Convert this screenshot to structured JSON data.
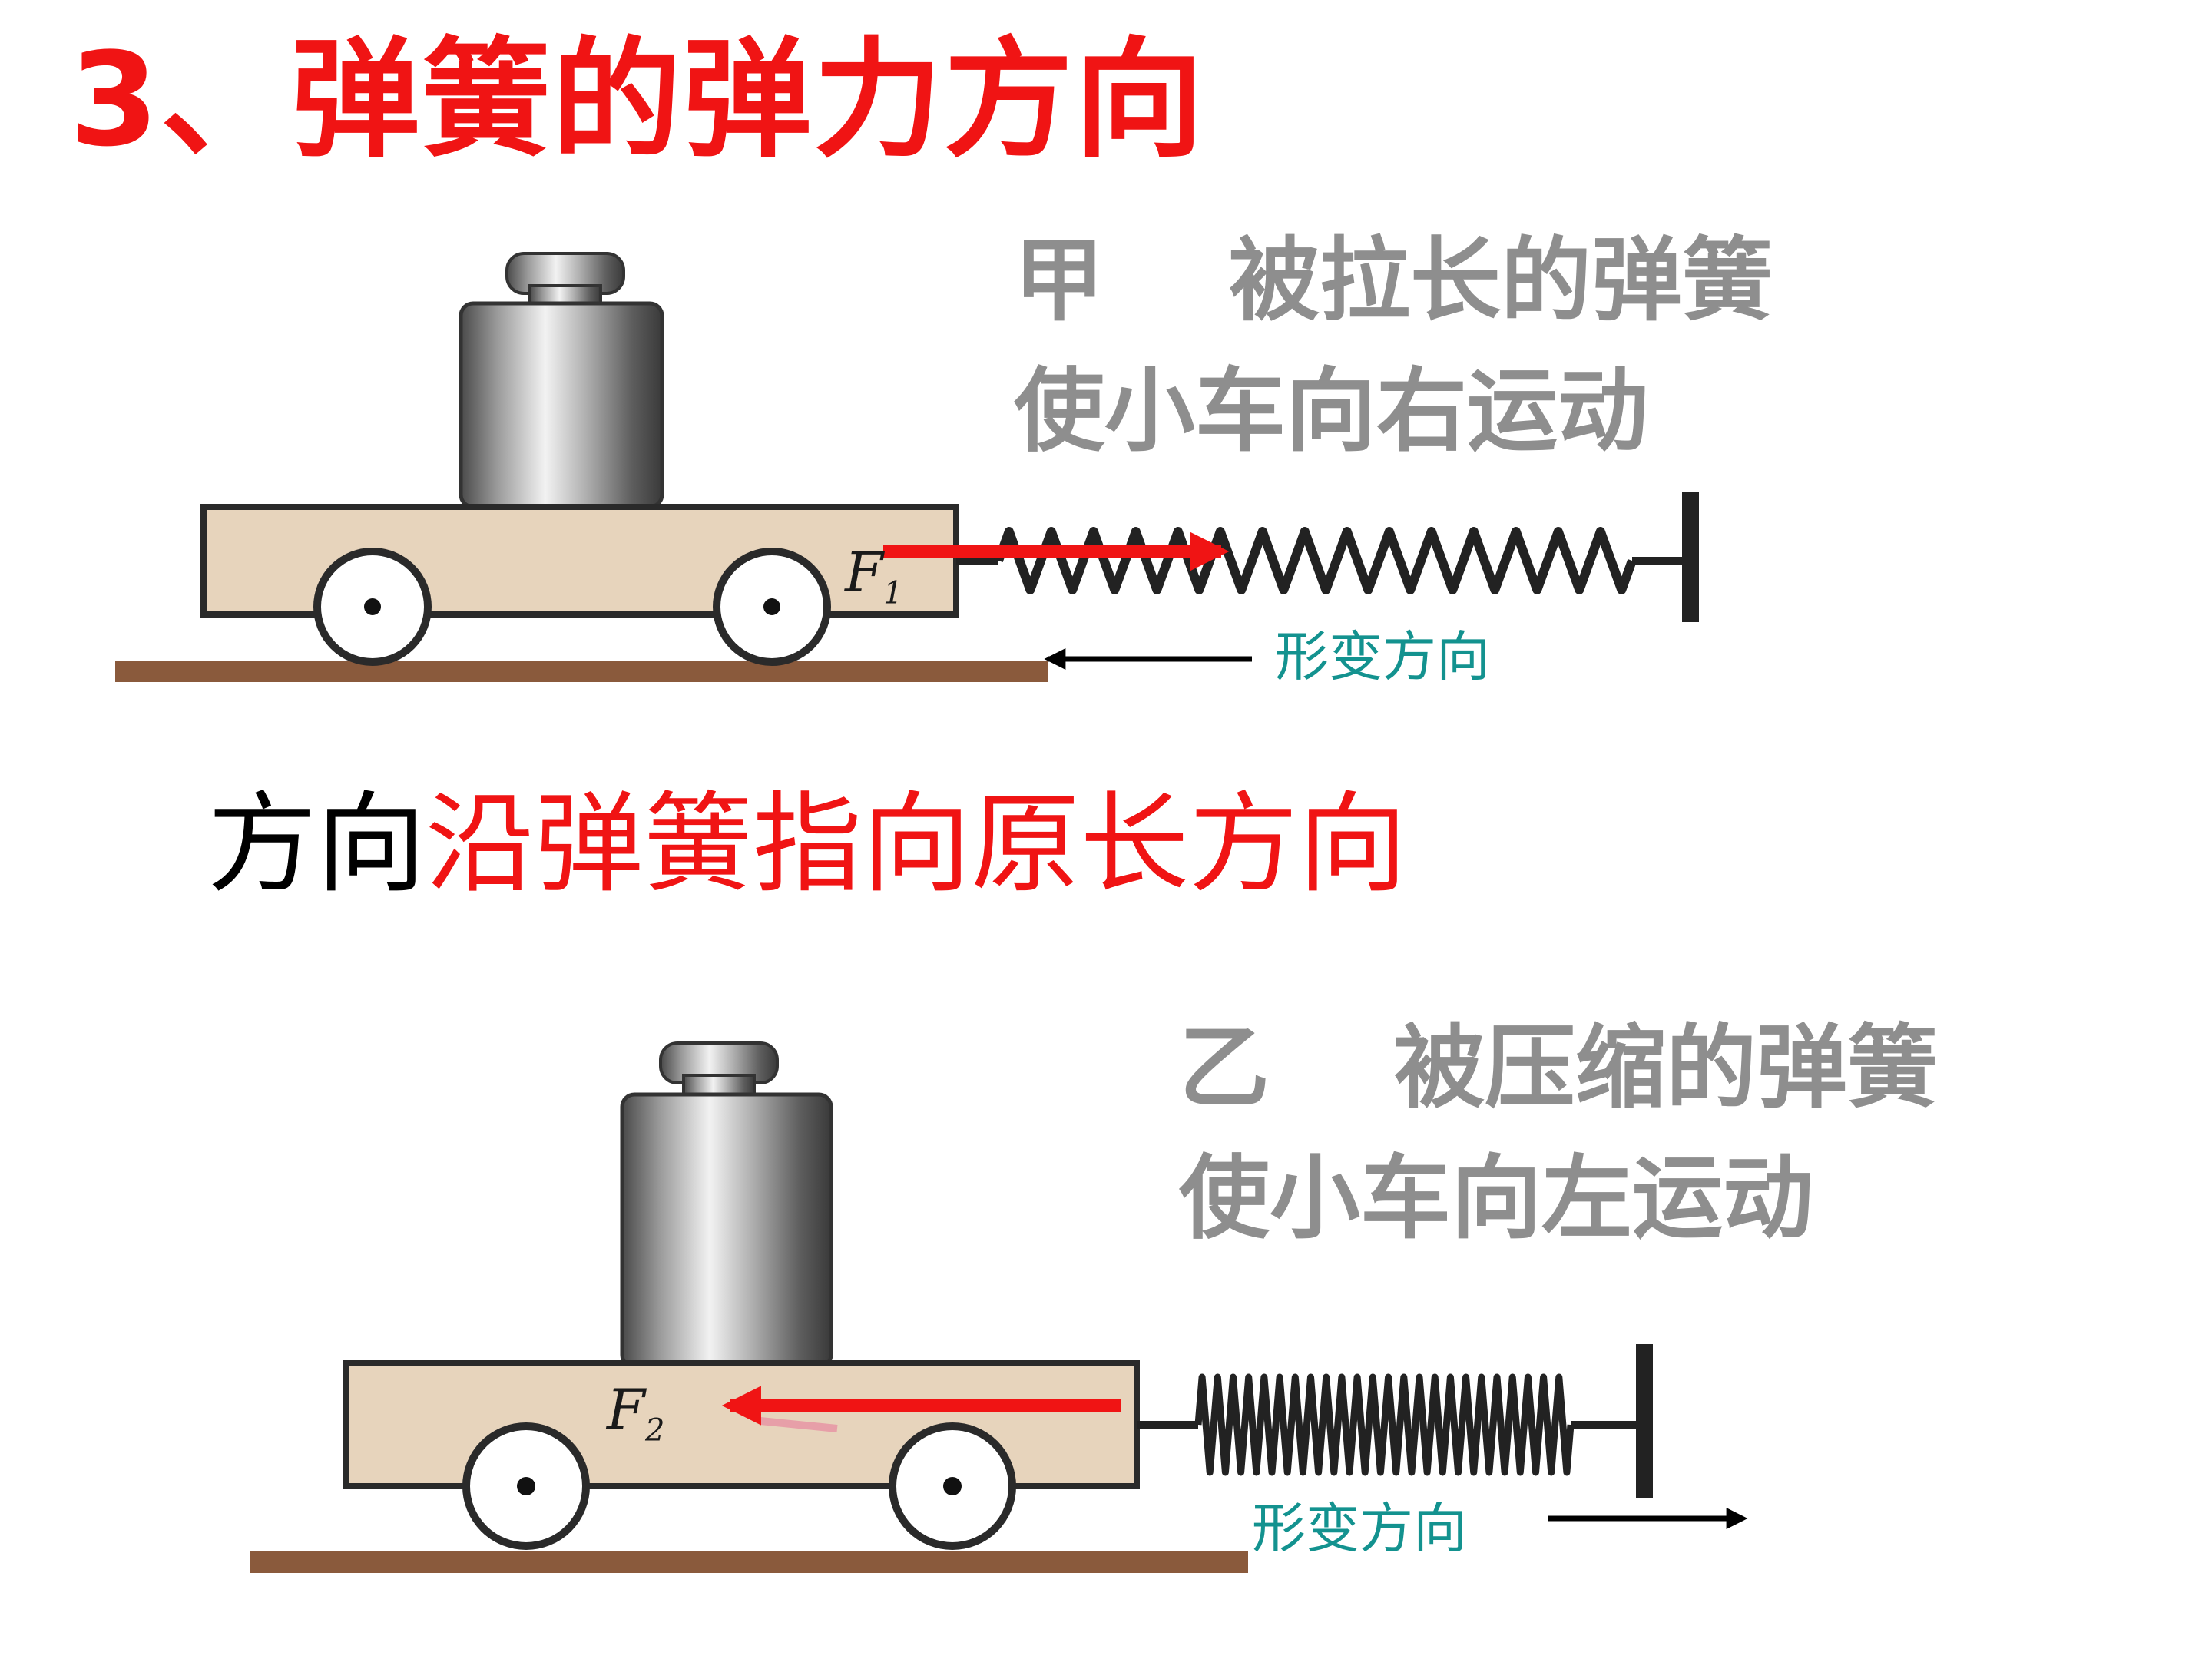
{
  "title": "3、弹簧的弹力方向",
  "panels": {
    "top": {
      "tag": "甲",
      "line1": "被拉长的弹簧",
      "line2": "使小车向右运动",
      "deform_label": "形变方向",
      "force_letter": "F",
      "force_sub": "1"
    },
    "bottom": {
      "tag": "乙",
      "line1": "被压缩的弹簧",
      "line2": "使小车向左运动",
      "deform_label": "形变方向",
      "force_letter": "F",
      "force_sub": "2"
    }
  },
  "statement": {
    "prefix": "方向",
    "highlight": "沿弹簧指向原长方向"
  },
  "colors": {
    "title": "#f01414",
    "highlight": "#f01414",
    "force_arrow": "#f01414",
    "deform_label": "#13928f",
    "cart": "#e7d4bc",
    "ground": "#8a5a3c"
  }
}
